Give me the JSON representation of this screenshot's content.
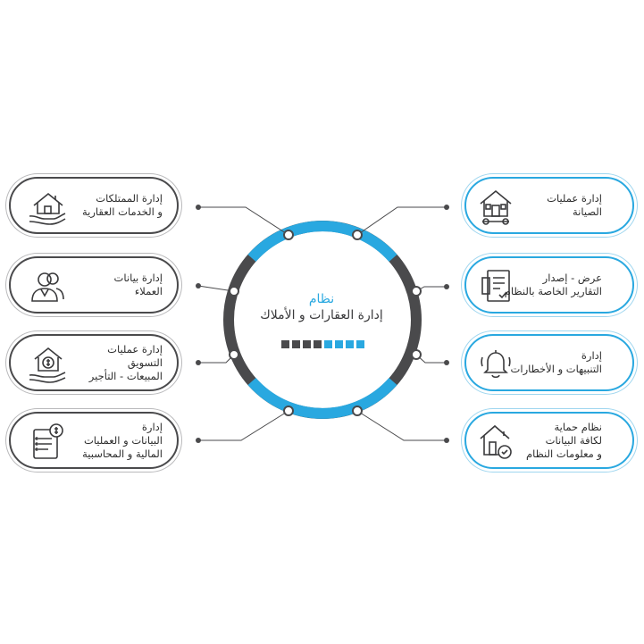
{
  "colors": {
    "dark": "#4a4a4c",
    "accent": "#29a8e0",
    "text": "#2d2d2d"
  },
  "center": {
    "title_line1": "نظام",
    "title_line2": "إدارة العقارات و الأملاك",
    "progress": {
      "total": 8,
      "filled_dark": 4
    }
  },
  "left_items": [
    {
      "line1": "إدارة الممتلكات",
      "line2": "و الخدمات العقارية",
      "line3": "",
      "icon": "house-in-hand-icon"
    },
    {
      "line1": "إدارة بيانات",
      "line2": "العملاء",
      "line3": "",
      "icon": "customers-icon"
    },
    {
      "line1": "إدارة  عمليات التسويق",
      "line2": "المبيعات - التأجير",
      "line3": "",
      "icon": "house-dollar-hand-icon"
    },
    {
      "line1": "إدارة",
      "line2": "البيانات و العمليات",
      "line3": "المالية و المحاسبية",
      "icon": "finance-document-icon"
    }
  ],
  "right_items": [
    {
      "line1": "إدارة عمليات",
      "line2": "الصيانة",
      "line3": "",
      "icon": "house-tools-icon"
    },
    {
      "line1": "عرض - إصدار",
      "line2": "التقارير الخاصة بالنظام",
      "line3": "",
      "icon": "report-icon"
    },
    {
      "line1": "إدارة",
      "line2": "التنبيهات و الأخطارات",
      "line3": "",
      "icon": "bell-icon"
    },
    {
      "line1": "نظام حماية",
      "line2": "لكافة البيانات",
      "line3": "و معلومات النظام",
      "icon": "house-shield-icon"
    }
  ]
}
